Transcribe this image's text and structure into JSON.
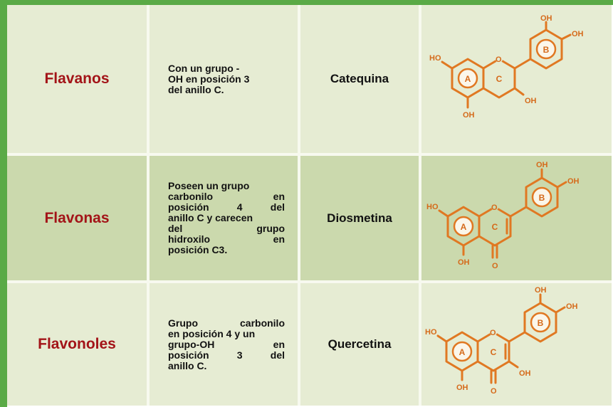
{
  "rows": [
    {
      "name": "Flavanos",
      "description": [
        "Con un grupo -",
        "OH en posición 3",
        "del anillo C."
      ],
      "compound": "Catequina",
      "structure": {
        "ring_labels": [
          "A",
          "C",
          "B"
        ],
        "substituents": [
          "HO",
          "OH",
          "OH",
          "OH",
          "OH"
        ],
        "ring_oxygen": "O"
      }
    },
    {
      "name": "Flavonas",
      "description": [
        "Poseen un grupo",
        "carbonilo en",
        "posición 4 del",
        "anillo C y carecen",
        "del grupo",
        "hidroxilo en",
        "posición C3."
      ],
      "compound": "Diosmetina",
      "structure": {
        "ring_labels": [
          "A",
          "C",
          "B"
        ],
        "substituents": [
          "HO",
          "OH",
          "OH",
          "OH"
        ],
        "ring_oxygen": "O",
        "carbonyl": "O"
      }
    },
    {
      "name": "Flavonoles",
      "description": [
        "Grupo carbonilo",
        "en posición 4 y un",
        "grupo-OH en",
        "posición 3 del",
        "anillo C."
      ],
      "compound": "Quercetina",
      "structure": {
        "ring_labels": [
          "A",
          "C",
          "B"
        ],
        "substituents": [
          "HO",
          "OH",
          "OH",
          "OH",
          "OH"
        ],
        "ring_oxygen": "O",
        "carbonyl": "O"
      }
    }
  ],
  "colors": {
    "border": "#5aaa46",
    "name_text": "#a31418",
    "structure": "#e07822",
    "row_light": "#e6ecd3",
    "row_dark": "#cbd9ad"
  }
}
